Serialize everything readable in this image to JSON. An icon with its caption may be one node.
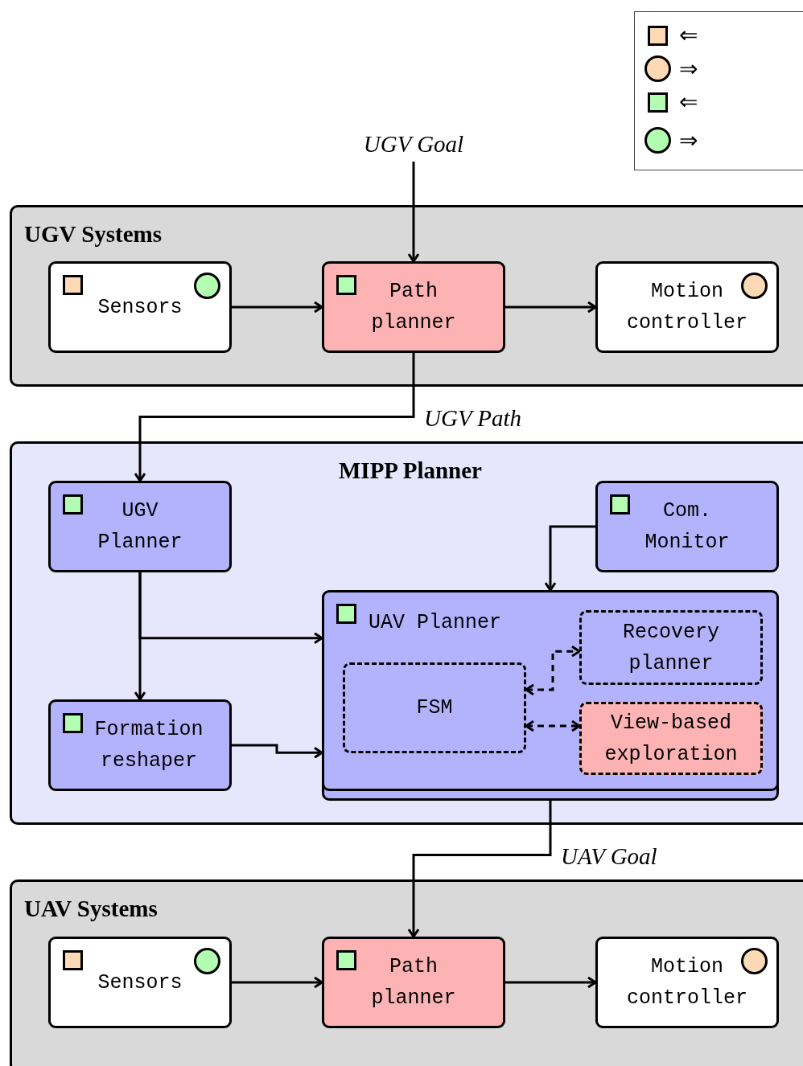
{
  "diagram": {
    "nodes": [
      {
        "text": [
          "UGV Systems"
        ]
      },
      {
        "text": [
          "Sensors"
        ],
        "in": 0
      },
      {
        "text": [
          "Path planner"
        ],
        "in": 0
      },
      {
        "text": [
          "Motion controller"
        ],
        "in": 0
      },
      {
        "text": [
          "MIPP Planner"
        ]
      },
      {
        "text": [
          "UGV Planner"
        ],
        "in": 4
      },
      {
        "text": [
          "Com. Monitor"
        ],
        "in": 4
      },
      {
        "text": [
          "UAV Planner"
        ],
        "in": 4
      },
      {
        "text": [
          "Recovery planner"
        ],
        "in": 7
      },
      {
        "text": [
          "FSM"
        ],
        "in": 7
      },
      {
        "text": [
          "View-based exploration"
        ],
        "in": 7
      },
      {
        "text": [
          "Formation reshaper"
        ],
        "in": 4
      },
      {
        "text": [
          "UAV Systems"
        ]
      },
      {
        "text": [
          "Sensors"
        ],
        "in": 12
      },
      {
        "text": [
          "Path planner"
        ],
        "in": 12
      },
      {
        "text": [
          "Motion controller"
        ],
        "in": 12
      }
    ],
    "edges": [
      {
        "from": null,
        "to": 2,
        "arrow": "to",
        "label": "UGV Goal"
      },
      {
        "from": 1,
        "to": 2,
        "arrow": "to"
      },
      {
        "from": 2,
        "to": 3,
        "arrow": "to"
      },
      {
        "from": 2,
        "to": 5,
        "arrow": "to",
        "label": "UGV Path"
      },
      {
        "from": 6,
        "to": 7,
        "arrow": "to"
      },
      {
        "from": 5,
        "to": 11,
        "arrow": "to"
      },
      {
        "from": 5,
        "to": 7,
        "arrow": "to"
      },
      {
        "from": 11,
        "to": 7,
        "arrow": "to"
      },
      {
        "from": 9,
        "to": 8,
        "arrow": "both",
        "style": "dashed"
      },
      {
        "from": 9,
        "to": 10,
        "arrow": "both",
        "style": "dashed"
      },
      {
        "from": 7,
        "to": 14,
        "arrow": "to",
        "label": "UAV Goal"
      },
      {
        "from": 13,
        "to": 14,
        "arrow": "to"
      },
      {
        "from": 14,
        "to": 15,
        "arrow": "to"
      }
    ],
    "legend": [
      {
        "text": "⇐",
        "color": "#fdd9b5"
      },
      {
        "text": "⇒",
        "color": "#fdd9b5"
      },
      {
        "text": "⇐",
        "color": "#b3fdb3"
      },
      {
        "text": "⇒",
        "color": "#b3fdb3"
      }
    ]
  }
}
